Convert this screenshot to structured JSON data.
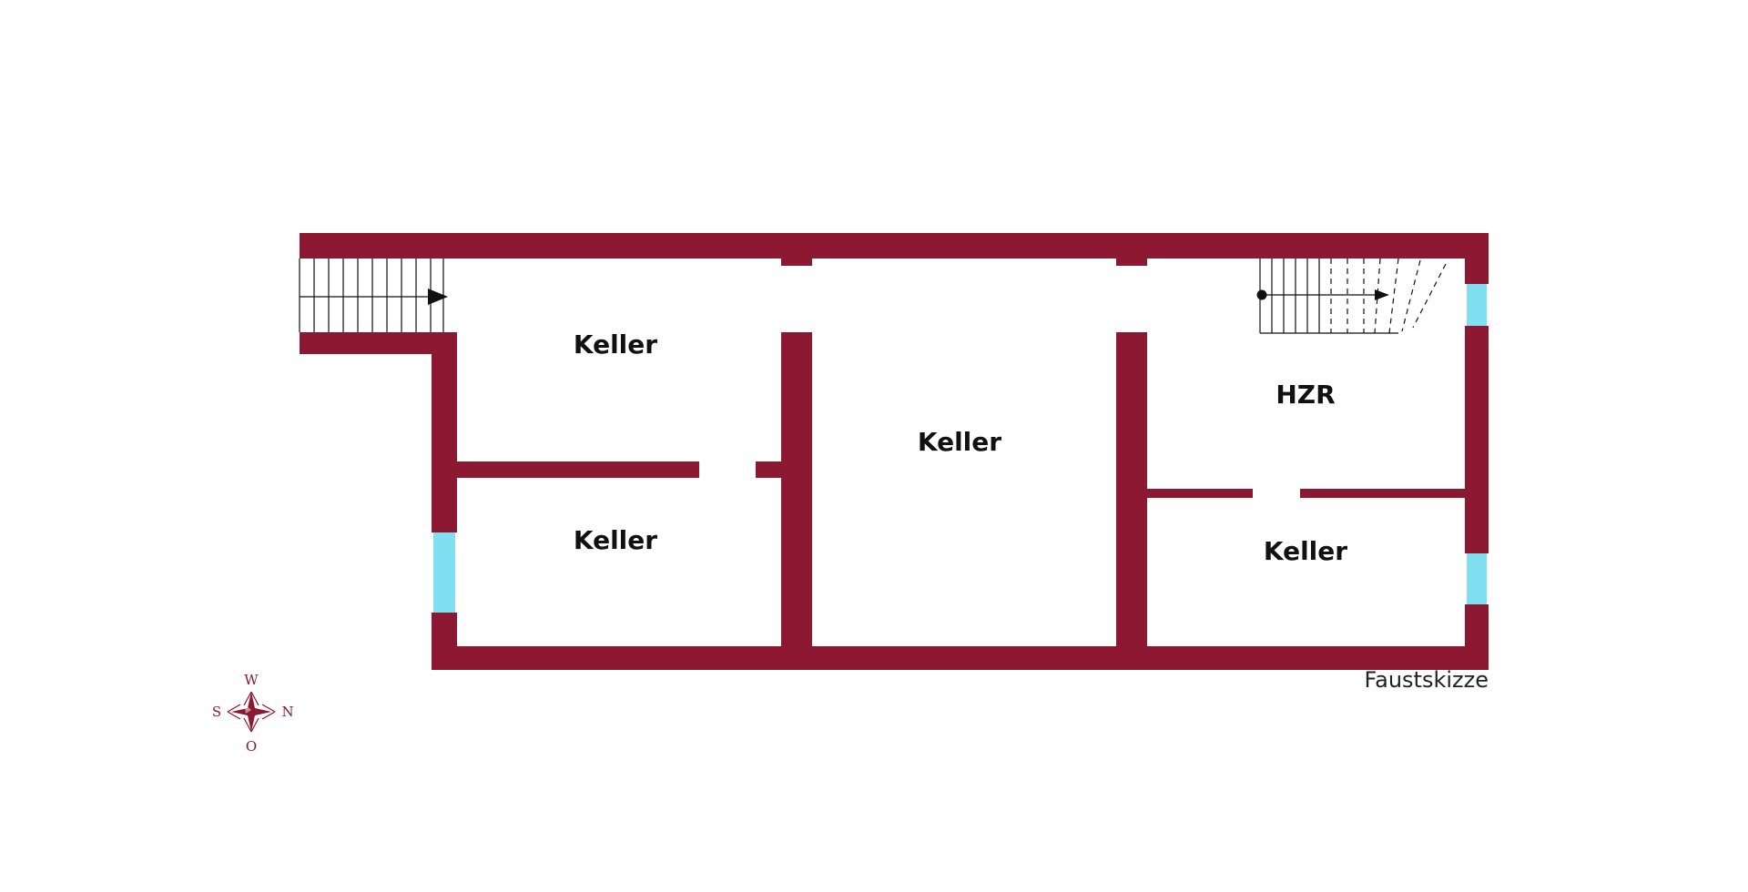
{
  "rooms": {
    "keller_top_left": "Keller",
    "keller_bottom_left": "Keller",
    "keller_center": "Keller",
    "hzr": "HZR",
    "keller_bottom_right": "Keller"
  },
  "note": "Faustskizze",
  "compass": {
    "top": "W",
    "left": "S",
    "right": "N",
    "bottom": "O"
  },
  "colors": {
    "wall": "#8c1832",
    "window": "#80e0f2",
    "background": "#ffffff"
  }
}
